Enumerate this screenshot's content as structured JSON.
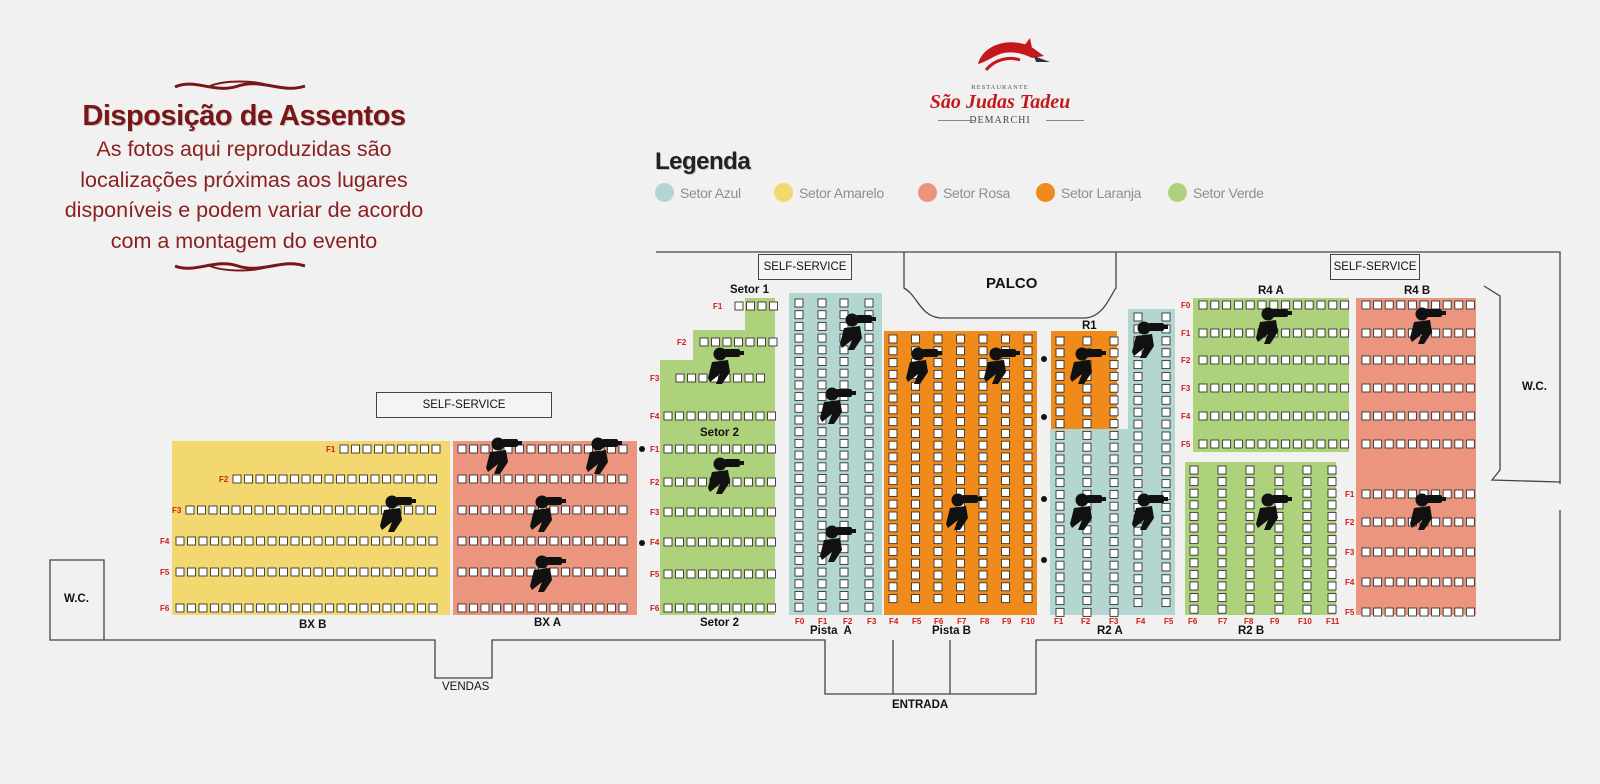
{
  "title": "Disposição de Assentos",
  "subtitle": [
    "As fotos aqui reproduzidas são",
    "localizações próximas aos lugares",
    "disponíveis e podem variar de acordo",
    "com a montagem do evento"
  ],
  "brand": {
    "small": "RESTAURANTE",
    "name": "São Judas Tadeu",
    "family": "DEMARCHI",
    "logo_color": "#c4181c"
  },
  "legend": {
    "title": "Legenda",
    "items": [
      {
        "label": "Setor Azul",
        "color": "#b4d6d1"
      },
      {
        "label": "Setor Amarelo",
        "color": "#f2d86e"
      },
      {
        "label": "Setor Rosa",
        "color": "#eb957e"
      },
      {
        "label": "Setor Laranja",
        "color": "#f08a1a"
      },
      {
        "label": "Setor Verde",
        "color": "#add27b"
      }
    ]
  },
  "venue": {
    "self_service": "SELF-SERVICE",
    "stage": "PALCO",
    "wc": "W.C.",
    "sales": "VENDAS",
    "entrance": "ENTRADA"
  },
  "sections": {
    "bx_b": "BX B",
    "bx_a": "BX A",
    "setor1": "Setor 1",
    "setor2": "Setor 2",
    "pista_a": "Pista  A",
    "pista_b": "Pista B",
    "r1": "R1",
    "r2a": "R2 A",
    "r2b": "R2 B",
    "r4a": "R4 A",
    "r4b": "R4 B"
  },
  "row_labels": {
    "bx": [
      "F1",
      "F2",
      "F3",
      "F4",
      "F5",
      "F6"
    ],
    "setor1": [
      "F1",
      "F2",
      "F3",
      "F4"
    ],
    "setor2": [
      "F1",
      "F2",
      "F3",
      "F4",
      "F5",
      "F6"
    ],
    "pista_a": [
      "F0",
      "F1",
      "F2",
      "F3"
    ],
    "pista_b": [
      "F4",
      "F5",
      "F6",
      "F7",
      "F8",
      "F9",
      "F10"
    ],
    "r2a": [
      "F1",
      "F2",
      "F3",
      "F4",
      "F5"
    ],
    "r2b": [
      "F6",
      "F7",
      "F8",
      "F9",
      "F10",
      "F11"
    ],
    "r4a": [
      "F0",
      "F1",
      "F2",
      "F3",
      "F4",
      "F5"
    ],
    "r4b": [
      "F1",
      "F2",
      "F3",
      "F4",
      "F5"
    ]
  },
  "photo_marker_icon": "camera-photographer-icon"
}
